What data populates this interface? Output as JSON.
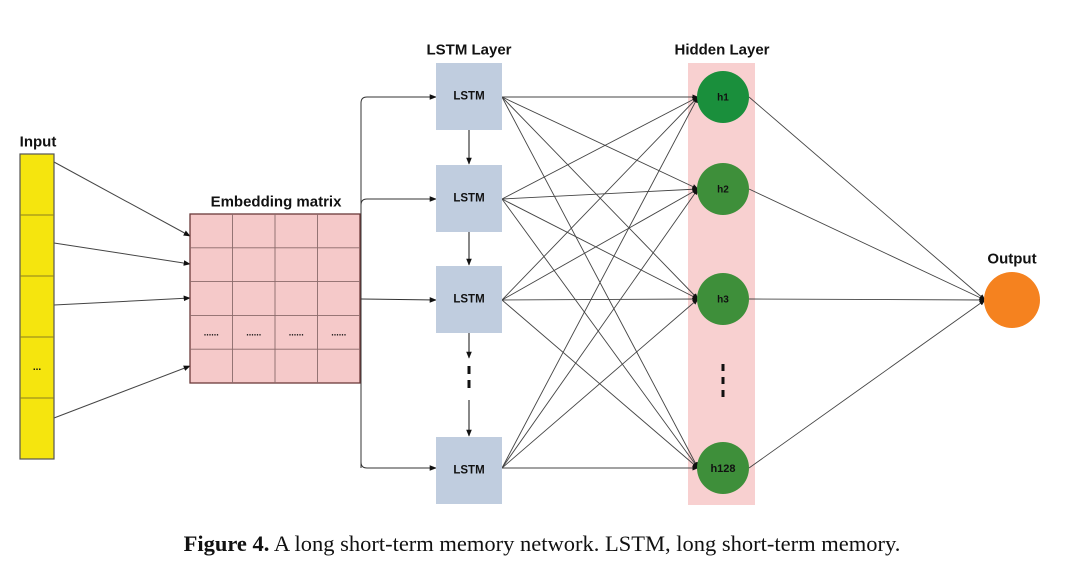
{
  "figure": {
    "caption_label": "Figure 4.",
    "caption_text": "A long short-term memory network. LSTM, long short-term memory."
  },
  "input": {
    "title": "Input",
    "cells": [
      "",
      "",
      "",
      "...",
      ""
    ],
    "color": "#f5e50e"
  },
  "embedding": {
    "title": "Embedding matrix",
    "rows": 5,
    "cols": 4,
    "ellipsis_row_index": 3,
    "ellipsis": "......",
    "color": "#f5c9c9"
  },
  "lstm_layer": {
    "title": "LSTM Layer",
    "cells": [
      "LSTM",
      "LSTM",
      "LSTM",
      "LSTM"
    ],
    "color": "#c0cddf"
  },
  "hidden_layer": {
    "title": "Hidden Layer",
    "nodes": [
      "h1",
      "h2",
      "h3",
      "h128"
    ],
    "node_colors": [
      "#1a8f3c",
      "#3e8f3a",
      "#3e8f3a",
      "#3e8f3a"
    ],
    "band_color": "#f8d0d0"
  },
  "output": {
    "title": "Output",
    "color": "#f5821f"
  },
  "connections": {
    "input_to_embedding": "4 input cells to embedding rows",
    "embedding_to_lstm": "embedding matrix to every LSTM cell",
    "lstm_sequence": "LSTM cells chained top to bottom",
    "lstm_to_hidden": "fully connected",
    "hidden_to_output": "all hidden nodes to output"
  }
}
